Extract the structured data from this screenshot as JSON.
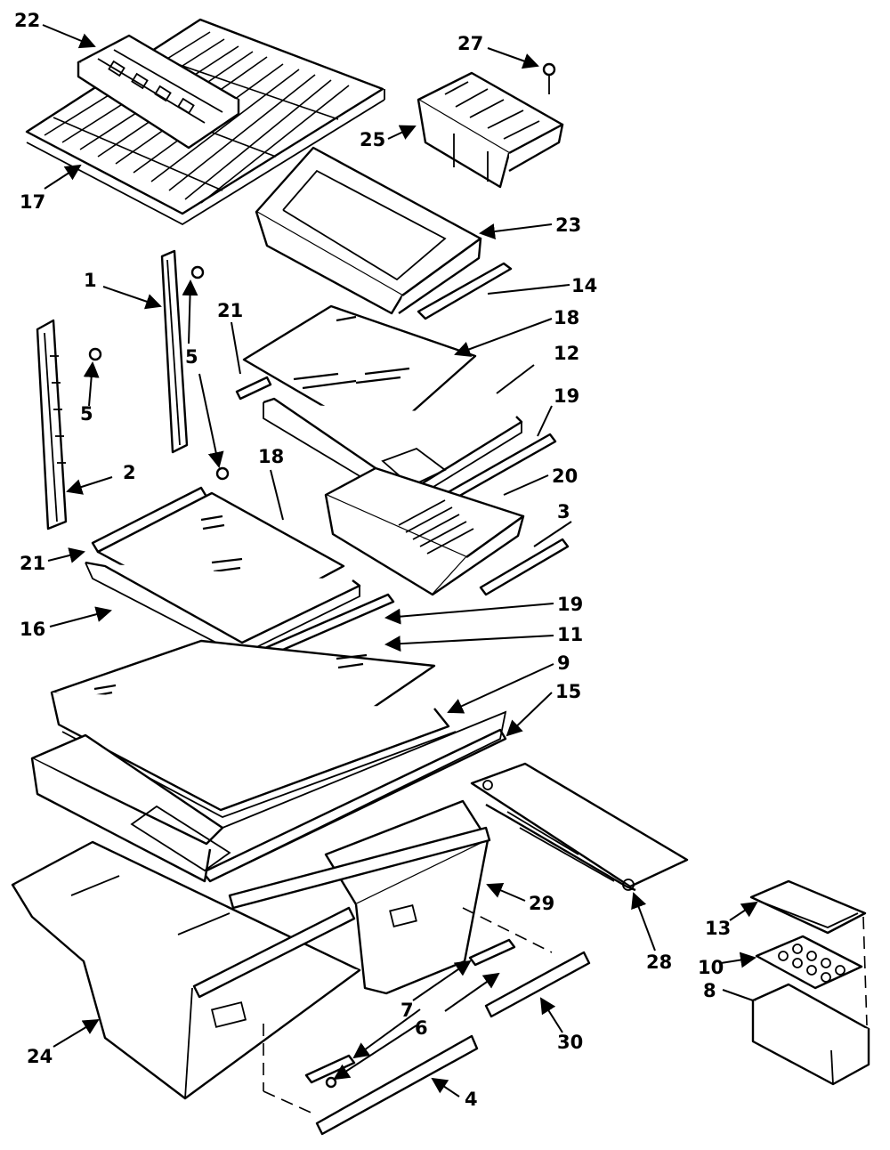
{
  "labels": {
    "l22": "22",
    "l17": "17",
    "l27": "27",
    "l25": "25",
    "l23": "23",
    "l1": "1",
    "l14": "14",
    "l21a": "21",
    "l5a": "5",
    "l18a": "18",
    "l12": "12",
    "l5b": "5",
    "l19a": "19",
    "l2": "2",
    "l18b": "18",
    "l20": "20",
    "l3": "3",
    "l21b": "21",
    "l16": "16",
    "l19b": "19",
    "l11": "11",
    "l9": "9",
    "l15": "15",
    "l29": "29",
    "l13": "13",
    "l28": "28",
    "l10": "10",
    "l8": "8",
    "l7": "7",
    "l6": "6",
    "l24": "24",
    "l30": "30",
    "l4": "4"
  }
}
